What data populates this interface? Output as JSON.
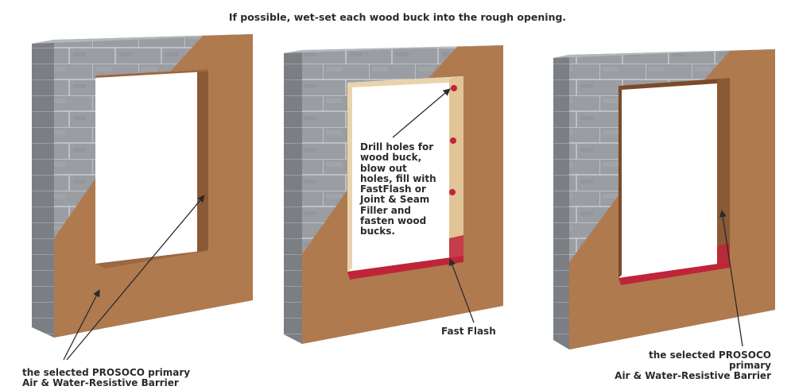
{
  "heading": "If possible, wet-set each wood buck into the rough opening.",
  "panels": [
    {
      "callouts": [
        {
          "lines": [
            "the selected PROSOCO primary",
            "Air & Water-Resistive Barrier"
          ]
        }
      ]
    },
    {
      "callouts": [
        {
          "lines": [
            "Drill holes for",
            "wood buck,",
            "blow out",
            "holes, fill with",
            "FastFlash or",
            "Joint & Seam",
            "Filler and",
            "fasten wood",
            "bucks."
          ]
        },
        {
          "lines": [
            "Fast Flash"
          ]
        }
      ]
    },
    {
      "callouts": [
        {
          "lines": [
            "the selected PROSOCO primary",
            "Air & Water-Resistive Barrier"
          ]
        }
      ]
    }
  ],
  "colors": {
    "block": "#9a9da2",
    "block_dark": "#6f7277",
    "mortar": "#c9ccd0",
    "barrier": "#b07a4f",
    "barrier_dark": "#8a5a35",
    "wood": "#e9d3ad",
    "flash": "#c0243a",
    "text": "#2b2b2b"
  }
}
